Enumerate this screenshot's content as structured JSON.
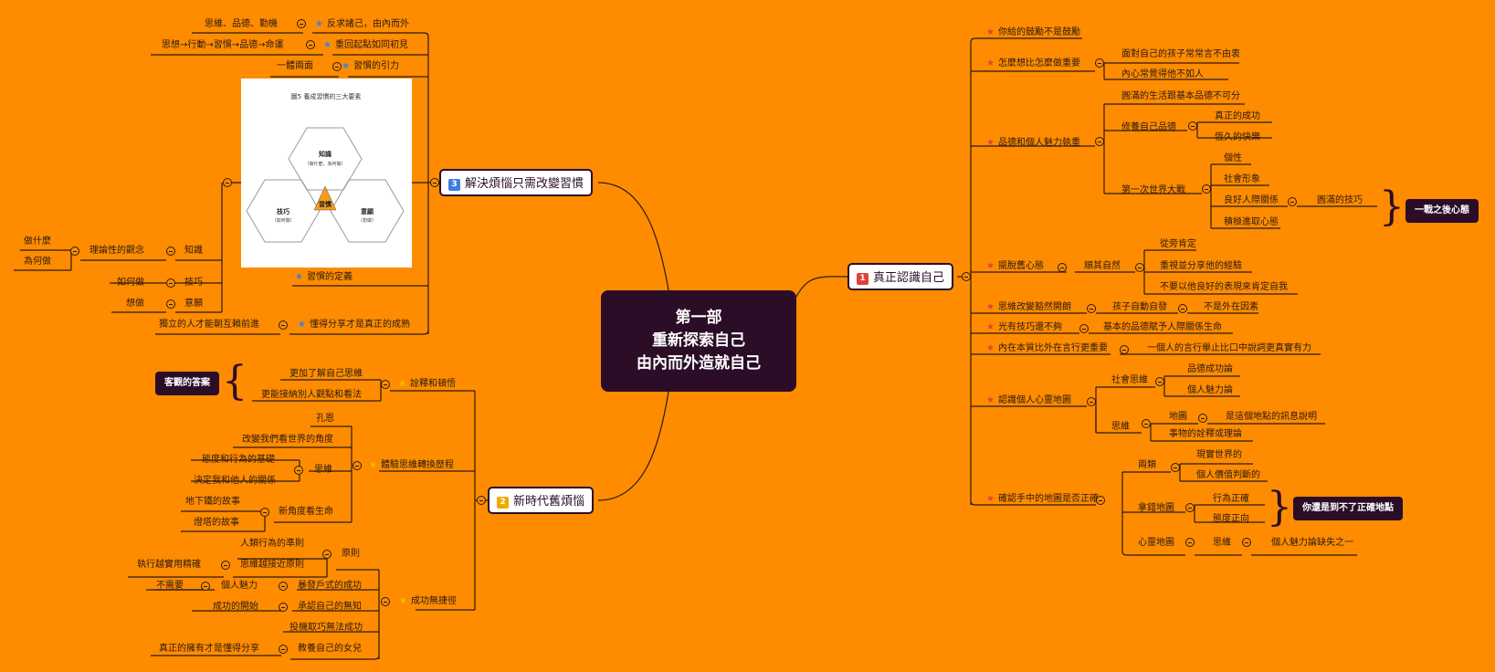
{
  "central": {
    "line1": "第一部",
    "line2": "重新探索自己",
    "line3": "由內而外造就自己"
  },
  "colors": {
    "background": "#FF8C00",
    "central": "#2b0d28",
    "line": "#2a1a10",
    "badge1": "#e3403a",
    "badge2": "#f2a900",
    "badge3": "#3d7fe0"
  },
  "branch1": {
    "badge": "1",
    "title": "真正認識自己",
    "items": {
      "a": "你給的鼓勵不是鼓勵",
      "b": "怎麼想比怎麼做重要",
      "b1": "面對自己的孩子常常言不由衷",
      "b2": "內心常覺得他不如人",
      "c": "品德和個人魅力執重",
      "c1": "圓滿的生活跟基本品德不可分",
      "c2": "修養自己品德",
      "c2a": "真正的成功",
      "c2b": "恆久的快樂",
      "c3": "第一次世界大戰",
      "c3a": "個性",
      "c3b": "社會形象",
      "c3c": "良好人際關係",
      "c3c1": "圓滿的技巧",
      "c3d": "積極進取心態",
      "c3note": "一戰之後心態",
      "d": "擺脫舊心態",
      "d1": "順其自然",
      "d1a": "從旁肯定",
      "d1b": "重視並分享他的經驗",
      "d1c": "不要以他良好的表現來肯定自我",
      "e": "思維改變豁然開朗",
      "e1": "孩子自動自發",
      "e2": "不是外在因素",
      "f": "光有技巧還不夠",
      "f1": "基本的品德賦予人際關係生命",
      "g": "內在本質比外在言行更重要",
      "g1": "一個人的言行舉止比口中說詞更真實有力",
      "h": "認識個人心靈地圖",
      "h1": "社會思維",
      "h1a": "品德成功論",
      "h1b": "個人魅力論",
      "h2": "思維",
      "h2a": "地圖",
      "h2a1": "是這個地點的訊息說明",
      "h2b": "事物的詮釋或理論",
      "i": "確認手中的地圖是否正確",
      "i1": "兩類",
      "i1a": "現實世界的",
      "i1b": "個人價值判斷的",
      "i2": "拿錯地圖",
      "i2a": "行為正確",
      "i2b": "態度正向",
      "i2note": "你還是到不了正確地點",
      "i3": "心靈地圖",
      "i3a": "思維",
      "i3b": "個人魅力論缺失之一"
    }
  },
  "branch2": {
    "badge": "2",
    "title": "新時代舊煩惱",
    "items": {
      "a": "詮釋和頓悟",
      "a1": "更加了解自己思維",
      "a2": "更能接納別人觀點和看法",
      "anote": "客觀的答案",
      "b": "體驗思維轉換歷程",
      "b1": "孔恩",
      "b2": "改變我們看世界的角度",
      "b3": "思維",
      "b3a": "態度和行為的基礎",
      "b3b": "決定我和他人的關係",
      "b4": "新角度看生命",
      "b4a": "地下鐵的故事",
      "b4b": "燈塔的故事",
      "c": "成功無捷徑",
      "c1": "原則",
      "c1a": "人類行為的準則",
      "c1b": "思維越接近原則",
      "c1b1": "執行越實用精確",
      "c2": "暴發戶式的成功",
      "c2a": "個人魅力",
      "c2a1": "不需要",
      "c3": "承認自己的無知",
      "c3a": "成功的開始",
      "c4": "投機取巧無法成功",
      "c5": "教養自己的女兒",
      "c5a": "真正的擁有才是懂得分享"
    }
  },
  "branch3": {
    "badge": "3",
    "title": "解決煩惱只需改變習慣",
    "items": {
      "a": "反求諸己，由內而外",
      "a1": "思維、品德、勤機",
      "b": "重回起點如同初見",
      "b1": "思想→行動→習慣→品德→命運",
      "c": "習慣的引力",
      "c1": "一體兩面",
      "d": "習慣的定義",
      "d1": "知識",
      "d1a": "理論性的觀念",
      "d1a1": "做什麼",
      "d1a2": "為何做",
      "d2": "技巧",
      "d2a": "如何做",
      "d3": "意願",
      "d3a": "想做",
      "e": "懂得分享才是真正的成熟",
      "e1": "獨立的人才能朝互賴前進"
    },
    "figure": {
      "title": "圖5 養成習慣的三大要素",
      "knowledge": "知識",
      "knowledge_sub": "（做什麼，為何做）",
      "skill": "技巧",
      "skill_sub": "（如何做）",
      "desire": "意願",
      "desire_sub": "（想做）",
      "center": "習慣"
    }
  }
}
